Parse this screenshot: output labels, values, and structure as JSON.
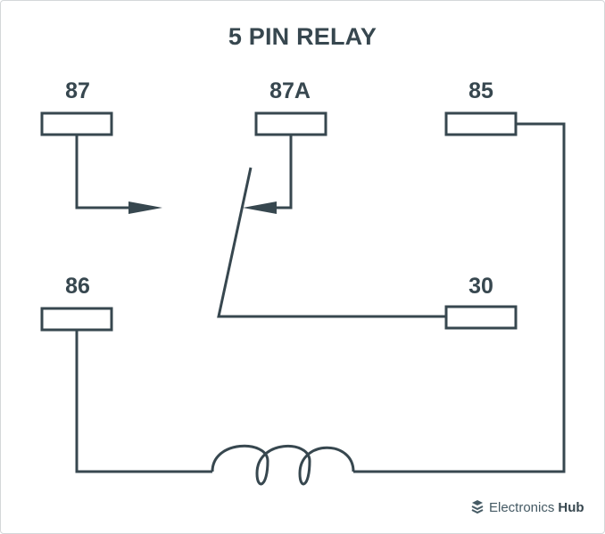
{
  "title": "5 PIN RELAY",
  "pins": {
    "p87": "87",
    "p87a": "87A",
    "p85": "85",
    "p86": "86",
    "p30": "30"
  },
  "brand": {
    "name_light": "Electronics",
    "name_bold": "Hub",
    "logo_icon": "electronics-hub-logo-icon"
  },
  "colors": {
    "line": "#37474f",
    "text": "#37474f",
    "border": "#d4d7d9"
  }
}
